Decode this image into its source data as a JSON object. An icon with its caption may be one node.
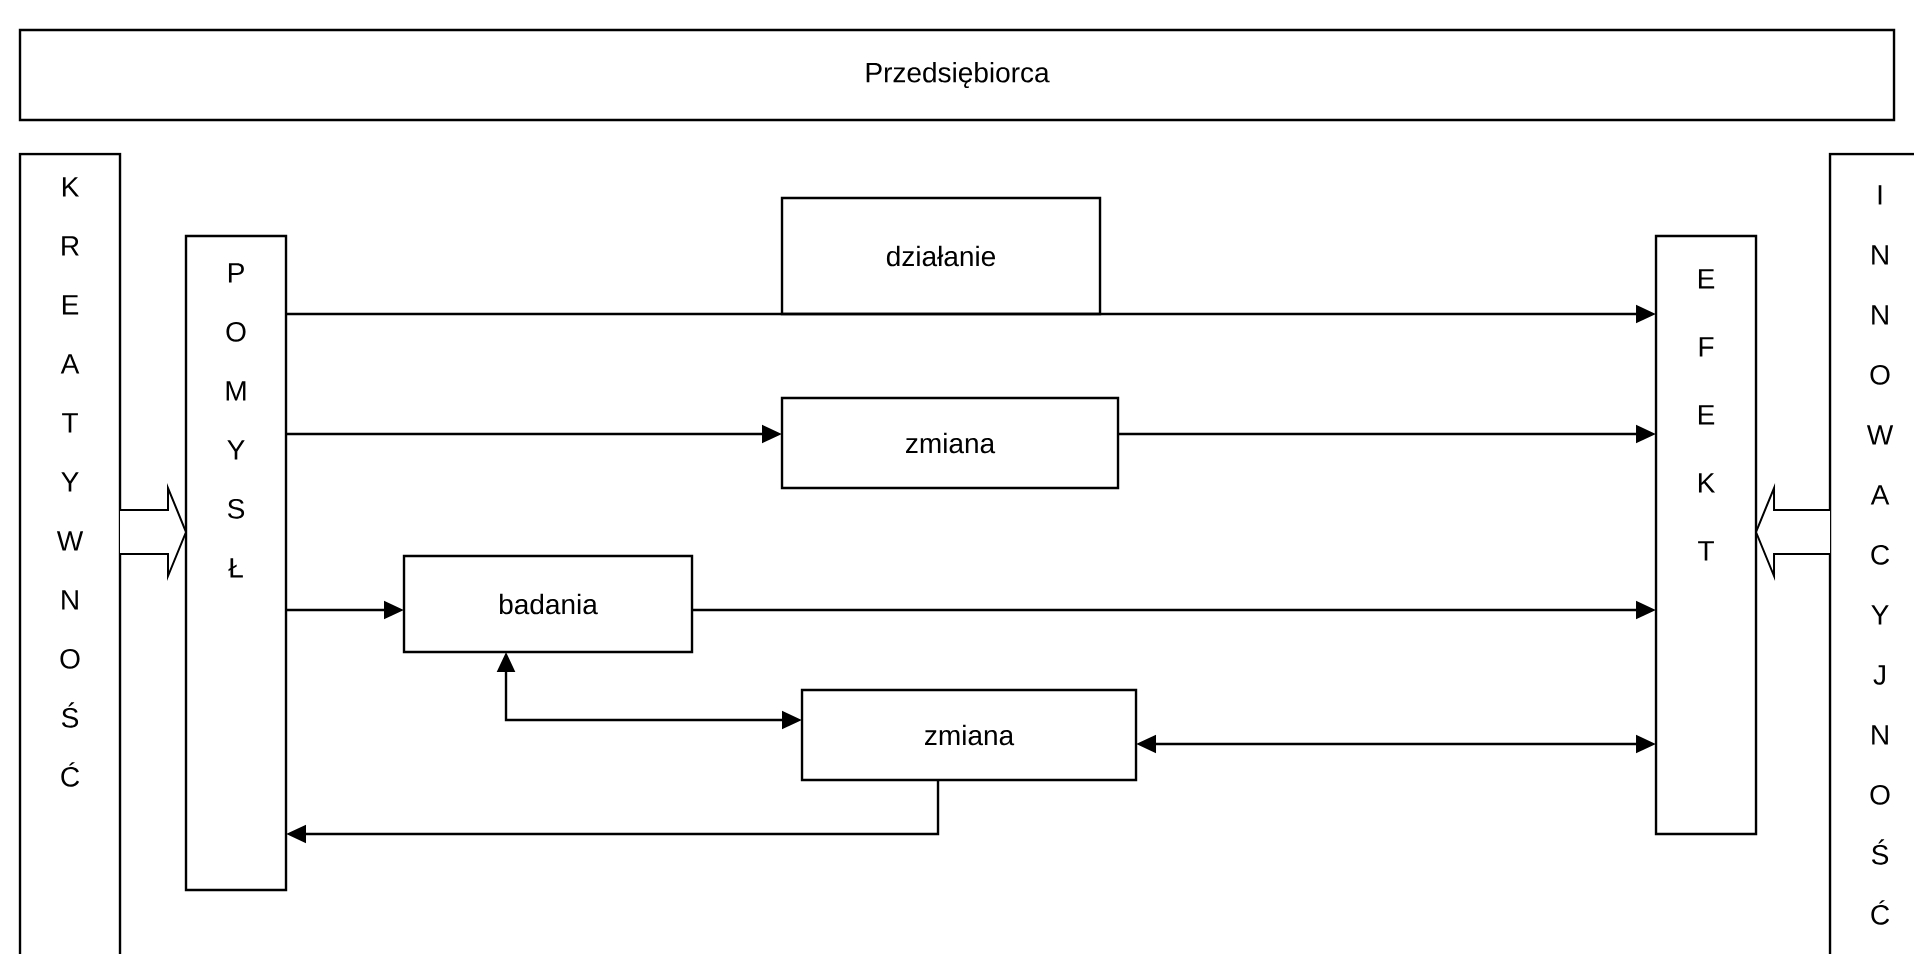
{
  "diagram": {
    "nodes": [
      {
        "text": [
          "Przedsiębiorca"
        ]
      },
      {
        "text": [
          "K R E A T Y W N O Ś Ć"
        ]
      },
      {
        "text": [
          "P O M Y S Ł"
        ]
      },
      {
        "text": [
          "działanie"
        ]
      },
      {
        "text": [
          "zmiana"
        ]
      },
      {
        "text": [
          "badania"
        ]
      },
      {
        "text": [
          "zmiana"
        ]
      },
      {
        "text": [
          "E F E K T"
        ]
      },
      {
        "text": [
          "I N N O W A C Y J N O Ś Ć"
        ]
      }
    ],
    "edges": [
      {
        "from": 1,
        "to": 2,
        "arrow": "to",
        "style": "thick"
      },
      {
        "from": 2,
        "to": 7,
        "arrow": "to"
      },
      {
        "from": 2,
        "to": 4,
        "arrow": "to"
      },
      {
        "from": 4,
        "to": 7,
        "arrow": "to"
      },
      {
        "from": 2,
        "to": 5,
        "arrow": "to"
      },
      {
        "from": 5,
        "to": 7,
        "arrow": "to"
      },
      {
        "from": 5,
        "to": 6,
        "arrow": "both"
      },
      {
        "from": 6,
        "to": 7,
        "arrow": "both"
      },
      {
        "from": 6,
        "to": 2,
        "arrow": "to"
      },
      {
        "from": 8,
        "to": 7,
        "arrow": "to",
        "style": "thick"
      }
    ]
  }
}
